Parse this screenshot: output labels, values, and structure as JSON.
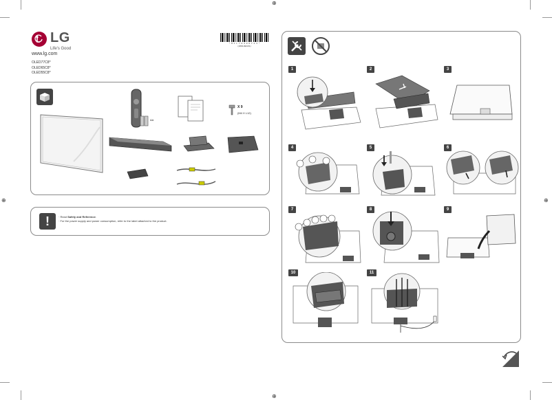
{
  "brand": {
    "name": "LG",
    "slogan": "Life's Good",
    "url": "www.lg.com",
    "color": "#a50034"
  },
  "models": [
    "OLED77C8*",
    "OLED65C8*",
    "OLED55C8*"
  ],
  "barcode": {
    "code": "* M F L 7 0 3 8 0 7 2 3 *",
    "revision": "(1803-REV01)"
  },
  "accessories": {
    "screw_count": "X 9",
    "screw_size": "(M4 X L12)",
    "battery_label": "AA"
  },
  "notice": {
    "line1_prefix": "· Read ",
    "line1_bold": "Safety and Reference",
    "line1_suffix": ".",
    "line2": "· For the power supply and power consumption, refer to the label attached to the product."
  },
  "steps": [
    {
      "label": "1"
    },
    {
      "label": "2"
    },
    {
      "label": "3"
    },
    {
      "label": "4"
    },
    {
      "label": "5"
    },
    {
      "label": "6"
    },
    {
      "label": "7"
    },
    {
      "label": "8"
    },
    {
      "label": "9"
    },
    {
      "label": "10"
    },
    {
      "label": "11"
    }
  ],
  "icons": {
    "box": "box-icon",
    "tools": "tools-icon",
    "no_drill": "no-drill-icon",
    "warning": "warning-icon",
    "turn_page": "turn-page-icon"
  }
}
